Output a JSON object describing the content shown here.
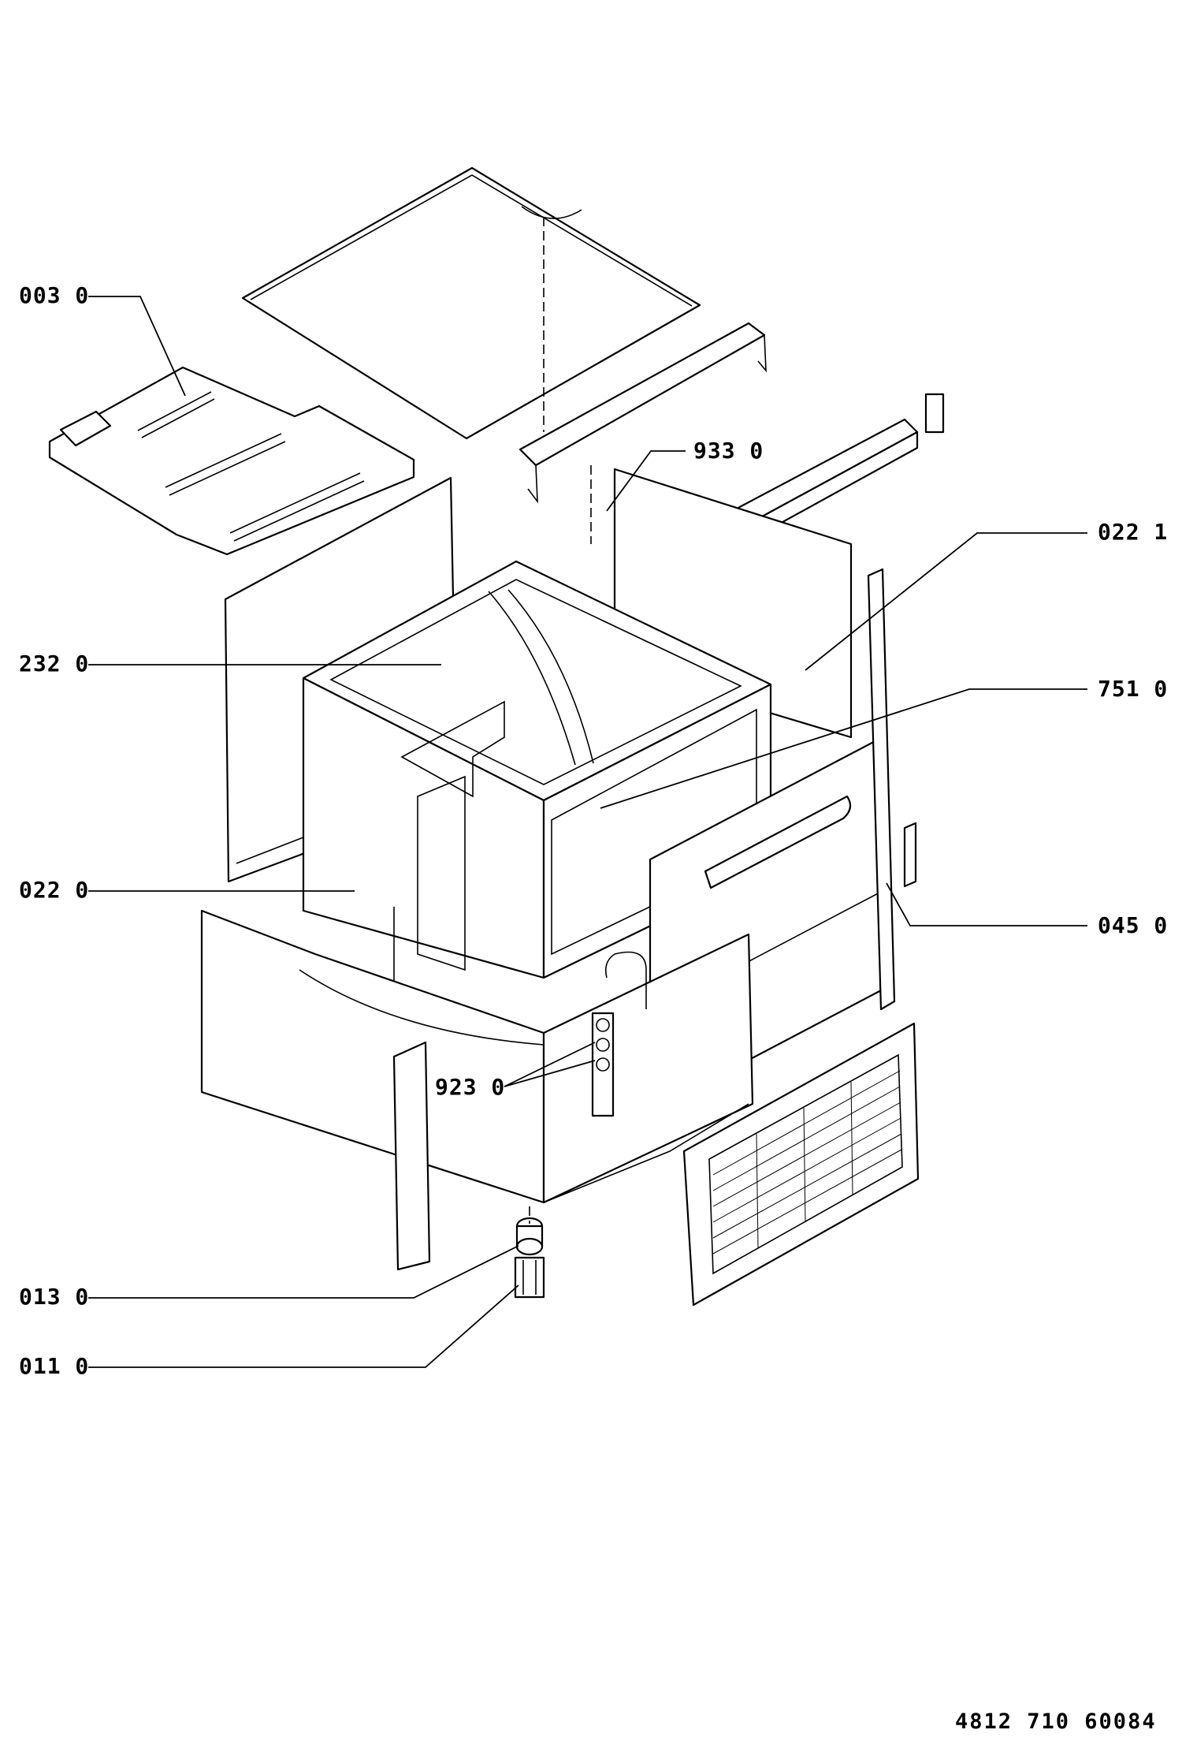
{
  "callouts": [
    {
      "id": "003",
      "text": "003 0"
    },
    {
      "id": "933",
      "text": "933 0"
    },
    {
      "id": "022_1",
      "text": "022 1"
    },
    {
      "id": "232",
      "text": "232 0"
    },
    {
      "id": "751",
      "text": "751 0"
    },
    {
      "id": "022_0",
      "text": "022 0"
    },
    {
      "id": "045",
      "text": "045 0"
    },
    {
      "id": "923",
      "text": "923 0"
    },
    {
      "id": "013",
      "text": "013 0"
    },
    {
      "id": "011",
      "text": "011 0"
    }
  ],
  "document_number": "4812 710 60084"
}
